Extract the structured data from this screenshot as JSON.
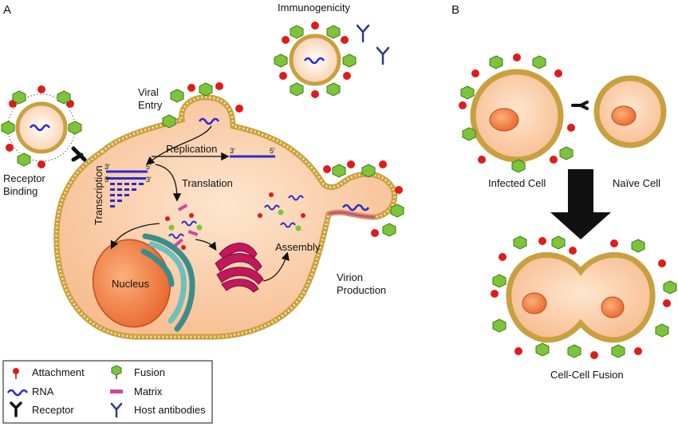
{
  "panels": {
    "a": "A",
    "b": "B"
  },
  "panel_a": {
    "immunogenicity": "Immunogenicity",
    "viral_entry_1": "Viral",
    "viral_entry_2": "Entry",
    "receptor_binding_1": "Receptor",
    "receptor_binding_2": "Binding",
    "replication": "Replication",
    "transcription": "Transcription",
    "translation": "Translation",
    "assembly": "Assembly",
    "nucleus": "Nucleus",
    "virion_production_1": "Virion",
    "virion_production_2": "Production",
    "strand_3prime": "3'",
    "strand_5prime": "5'"
  },
  "legend": {
    "attachment": "Attachment",
    "fusion": "Fusion",
    "rna": "RNA",
    "matrix": "Matrix",
    "receptor": "Receptor",
    "host_antibodies": "Host antibodies"
  },
  "panel_b": {
    "infected_cell": "Infected Cell",
    "naive_cell": "Naïve Cell",
    "cell_cell_fusion": "Cell-Cell Fusion"
  },
  "colors": {
    "cytoplasm": "#fbd3ad",
    "membrane": "#f3d98a",
    "attachment": "#e01b1b",
    "fusion": "#7ec43b",
    "rna": "#2b2bd0",
    "matrix": "#d0479e",
    "receptor": "#111111",
    "nucleus": "#f08040",
    "er": "#4fa7a4",
    "golgi": "#c2185b"
  },
  "icons": [
    "attachment-icon",
    "fusion-icon",
    "rna-icon",
    "matrix-icon",
    "receptor-icon",
    "antibody-icon"
  ]
}
